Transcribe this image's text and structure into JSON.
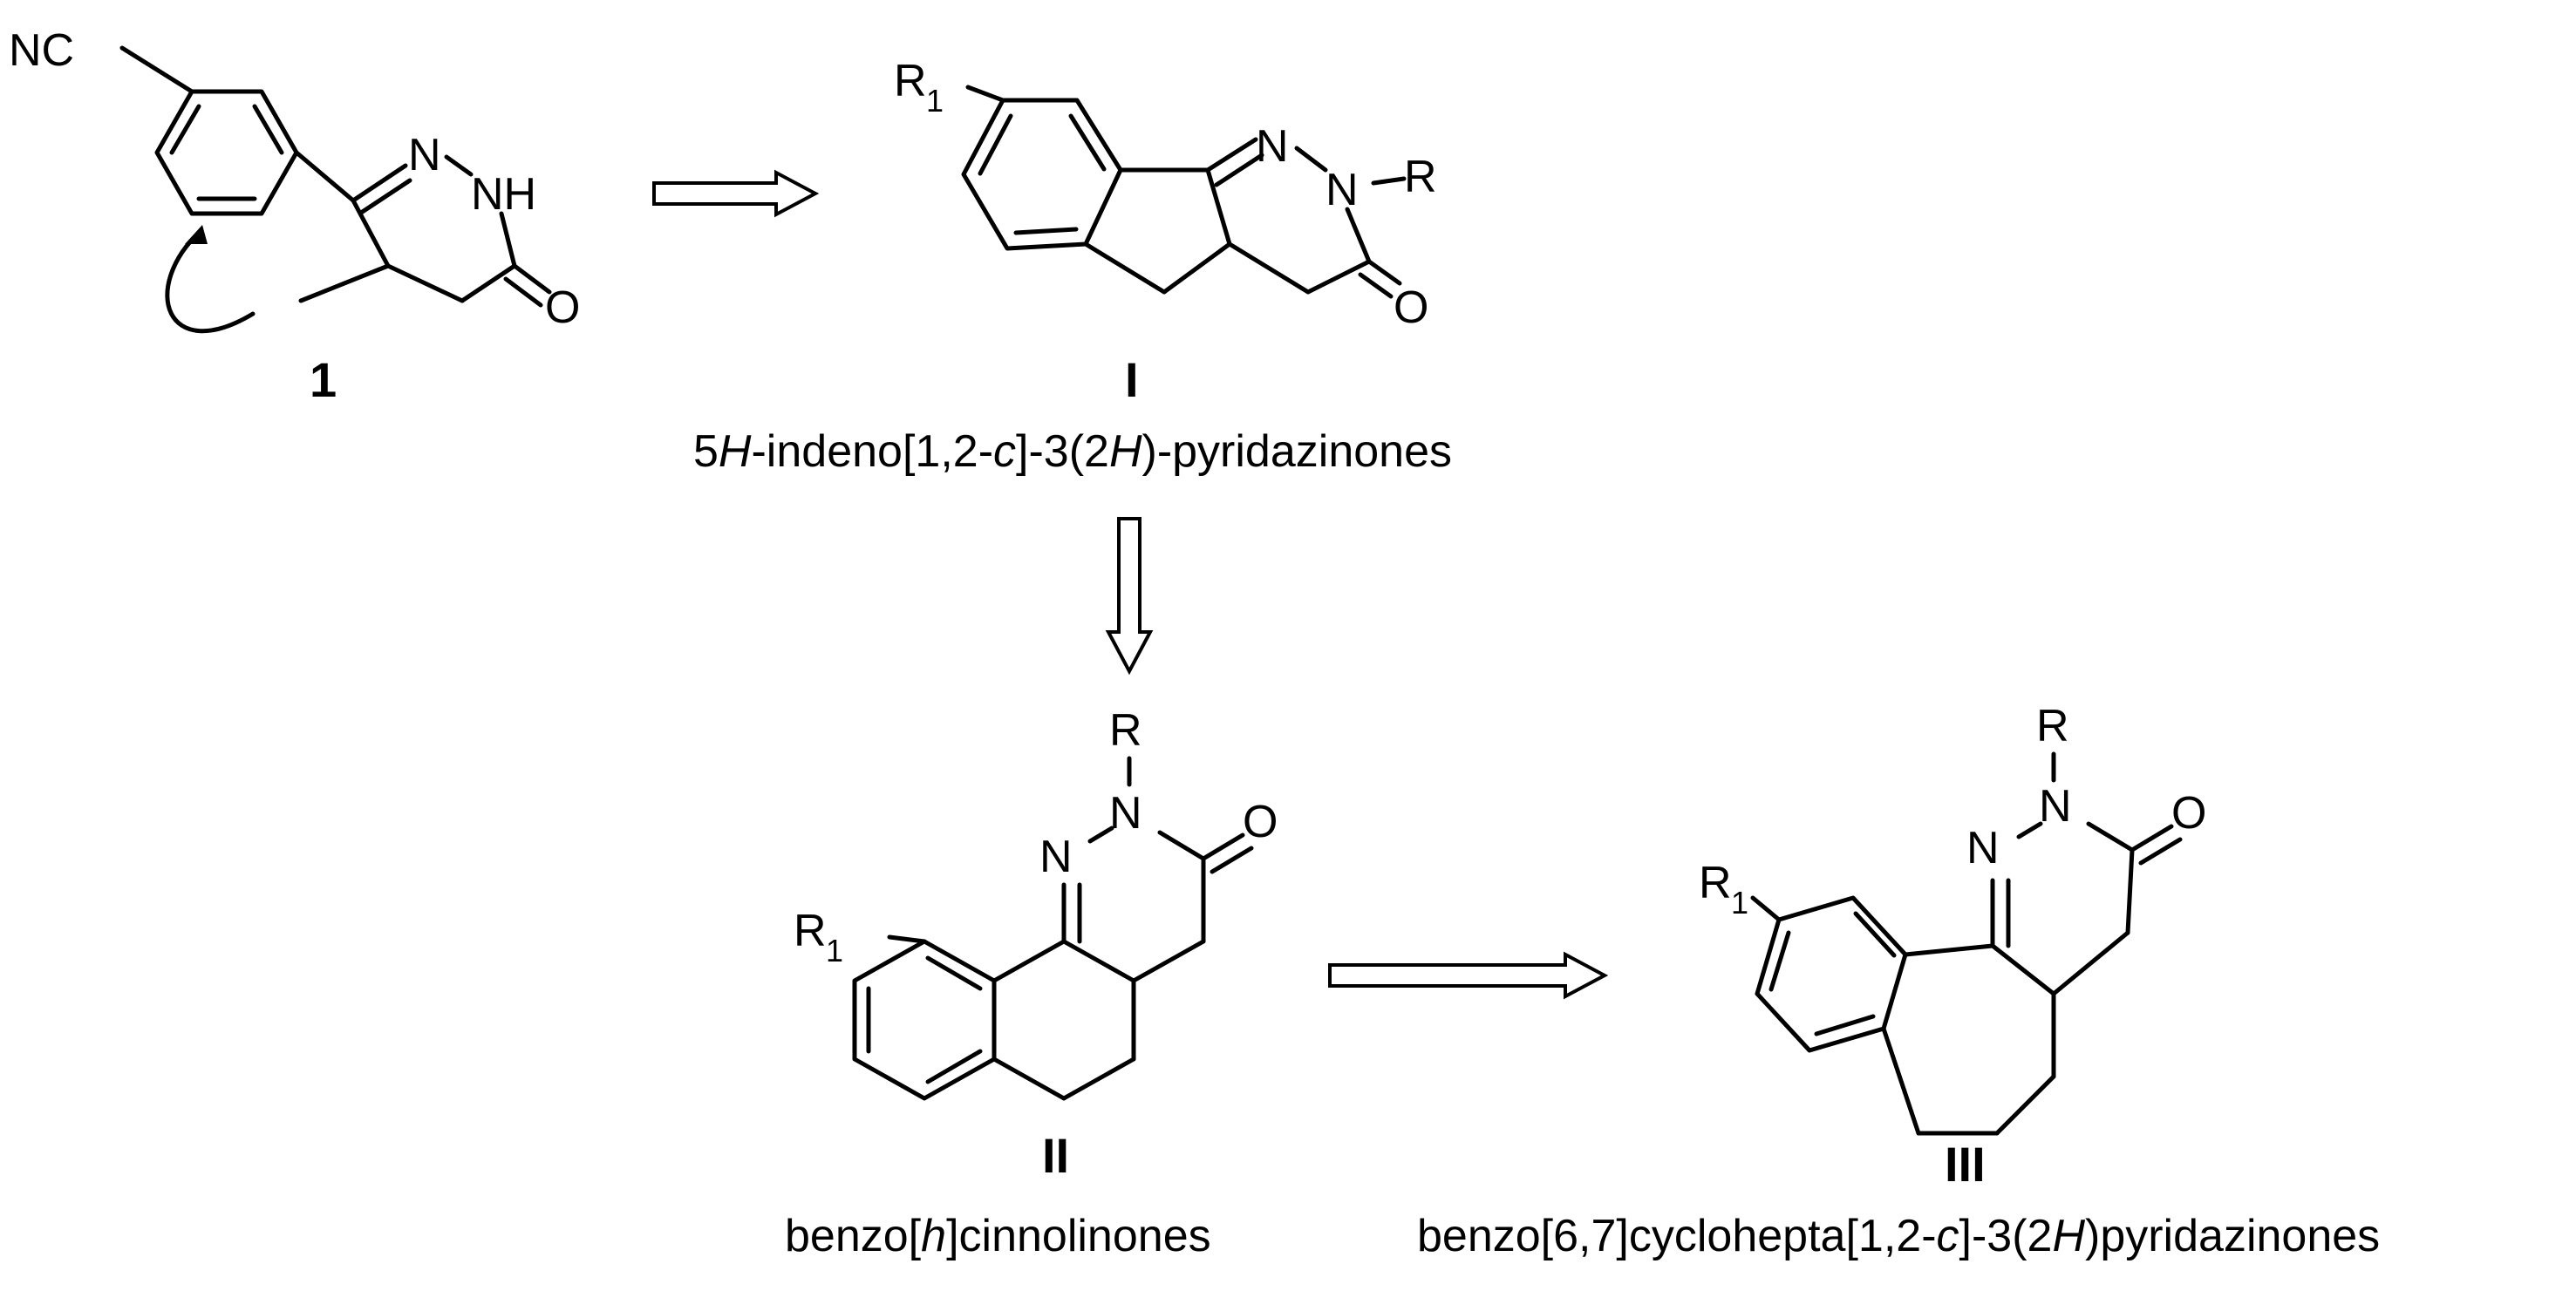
{
  "compounds": {
    "c1": {
      "number": "1",
      "labels": {
        "nc": "NC",
        "n": "N",
        "nh": "NH",
        "o": "O"
      }
    },
    "cI": {
      "number": "I",
      "labels": {
        "r1": "R",
        "r1sub": "1",
        "n1": "N",
        "n2": "N",
        "r": "R",
        "o": "O"
      },
      "caption": {
        "a": "5",
        "b": "H",
        "c": "-indeno[1,2-",
        "d": "c",
        "e": "]-3(2",
        "f": "H",
        "g": ")-pyridazinones"
      }
    },
    "cII": {
      "number": "II",
      "labels": {
        "r1": "R",
        "r1sub": "1",
        "n1": "N",
        "n2": "N",
        "r": "R",
        "o": "O"
      },
      "caption": {
        "a": "benzo[",
        "b": "h",
        "c": "]cinnolinones"
      }
    },
    "cIII": {
      "number": "III",
      "labels": {
        "r1": "R",
        "r1sub": "1",
        "n1": "N",
        "n2": "N",
        "r": "R",
        "o": "O"
      },
      "caption": {
        "a": "benzo[6,7]cyclohepta[1,2-",
        "b": "c",
        "c": "]-3(2",
        "d": "H",
        "e": ")pyridazinones"
      }
    }
  }
}
